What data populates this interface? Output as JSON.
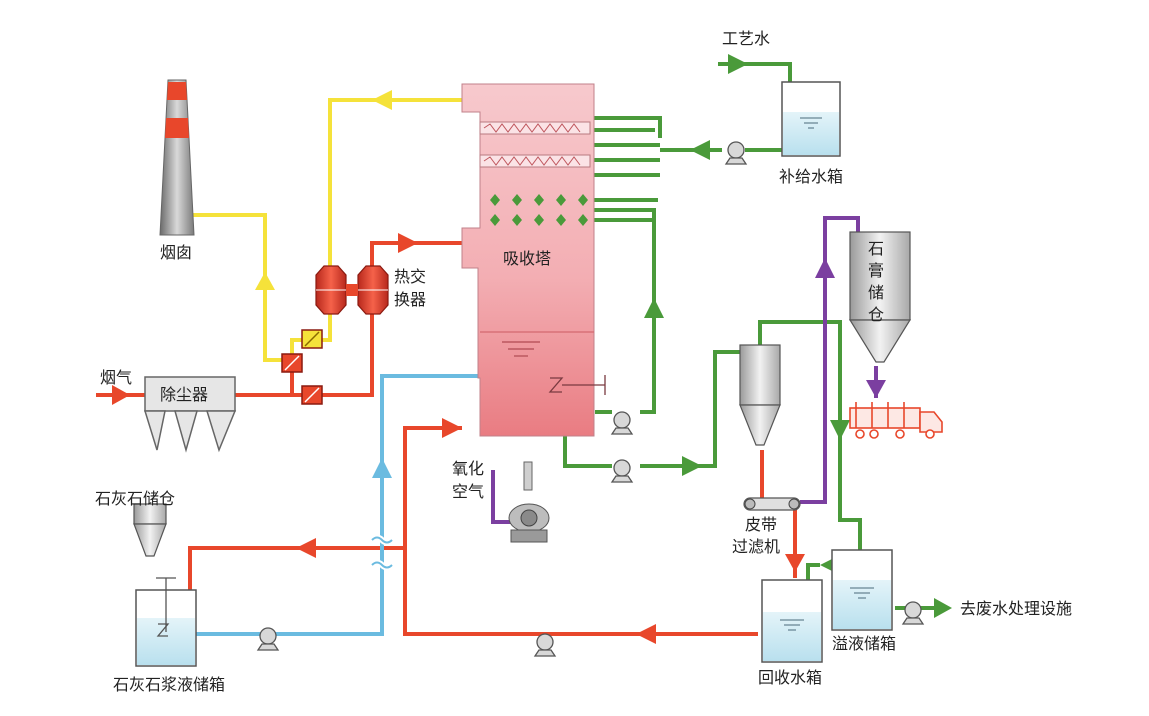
{
  "labels": {
    "process_water": "工艺水",
    "makeup_tank": "补给水箱",
    "chimney": "烟囱",
    "heat_exchanger_line1": "热交",
    "heat_exchanger_line2": "换器",
    "absorber": "吸收塔",
    "gypsum_silo_chars": [
      "石",
      "膏",
      "储",
      "仓"
    ],
    "flue_gas": "烟气",
    "dust_collector": "除尘器",
    "oxidation_air_line1": "氧化",
    "oxidation_air_line2": "空气",
    "limestone_silo": "石灰石储仓",
    "limestone_slurry_tank": "石灰石浆液储箱",
    "belt_filter_line1": "皮带",
    "belt_filter_line2": "过滤机",
    "recovery_tank": "回收水箱",
    "overflow_tank": "溢液储箱",
    "wastewater": "去废水处理设施"
  },
  "colors": {
    "flue_gas_line": "#e8472b",
    "clean_gas_line": "#f5e23a",
    "water_line": "#4a9a3a",
    "slurry_line_blue": "#6bbbe0",
    "gypsum_line": "#7b3fa0",
    "absorber_fill": "#f3b3ba",
    "absorber_bottom": "#ec8a8f",
    "tank_water": "#c9e8f2"
  }
}
